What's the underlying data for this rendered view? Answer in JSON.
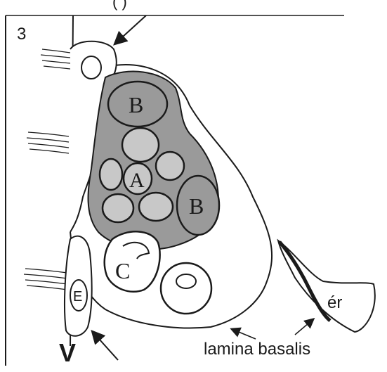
{
  "figure": {
    "panel_number": "3",
    "top_label_fragment": "(         )"
  },
  "labels": {
    "cell_a": "A",
    "cell_b_upper": "B",
    "cell_b_lower": "B",
    "cell_c": "C",
    "cell_e": "E",
    "vessel": "ér",
    "lamina": "lamina basalis",
    "bottom_left_mark": "V"
  },
  "colors": {
    "ink": "#1a1a1a",
    "cluster_fill": "#9a9a9a",
    "cell_fill": "#c8c8c8",
    "paper": "#ffffff"
  }
}
